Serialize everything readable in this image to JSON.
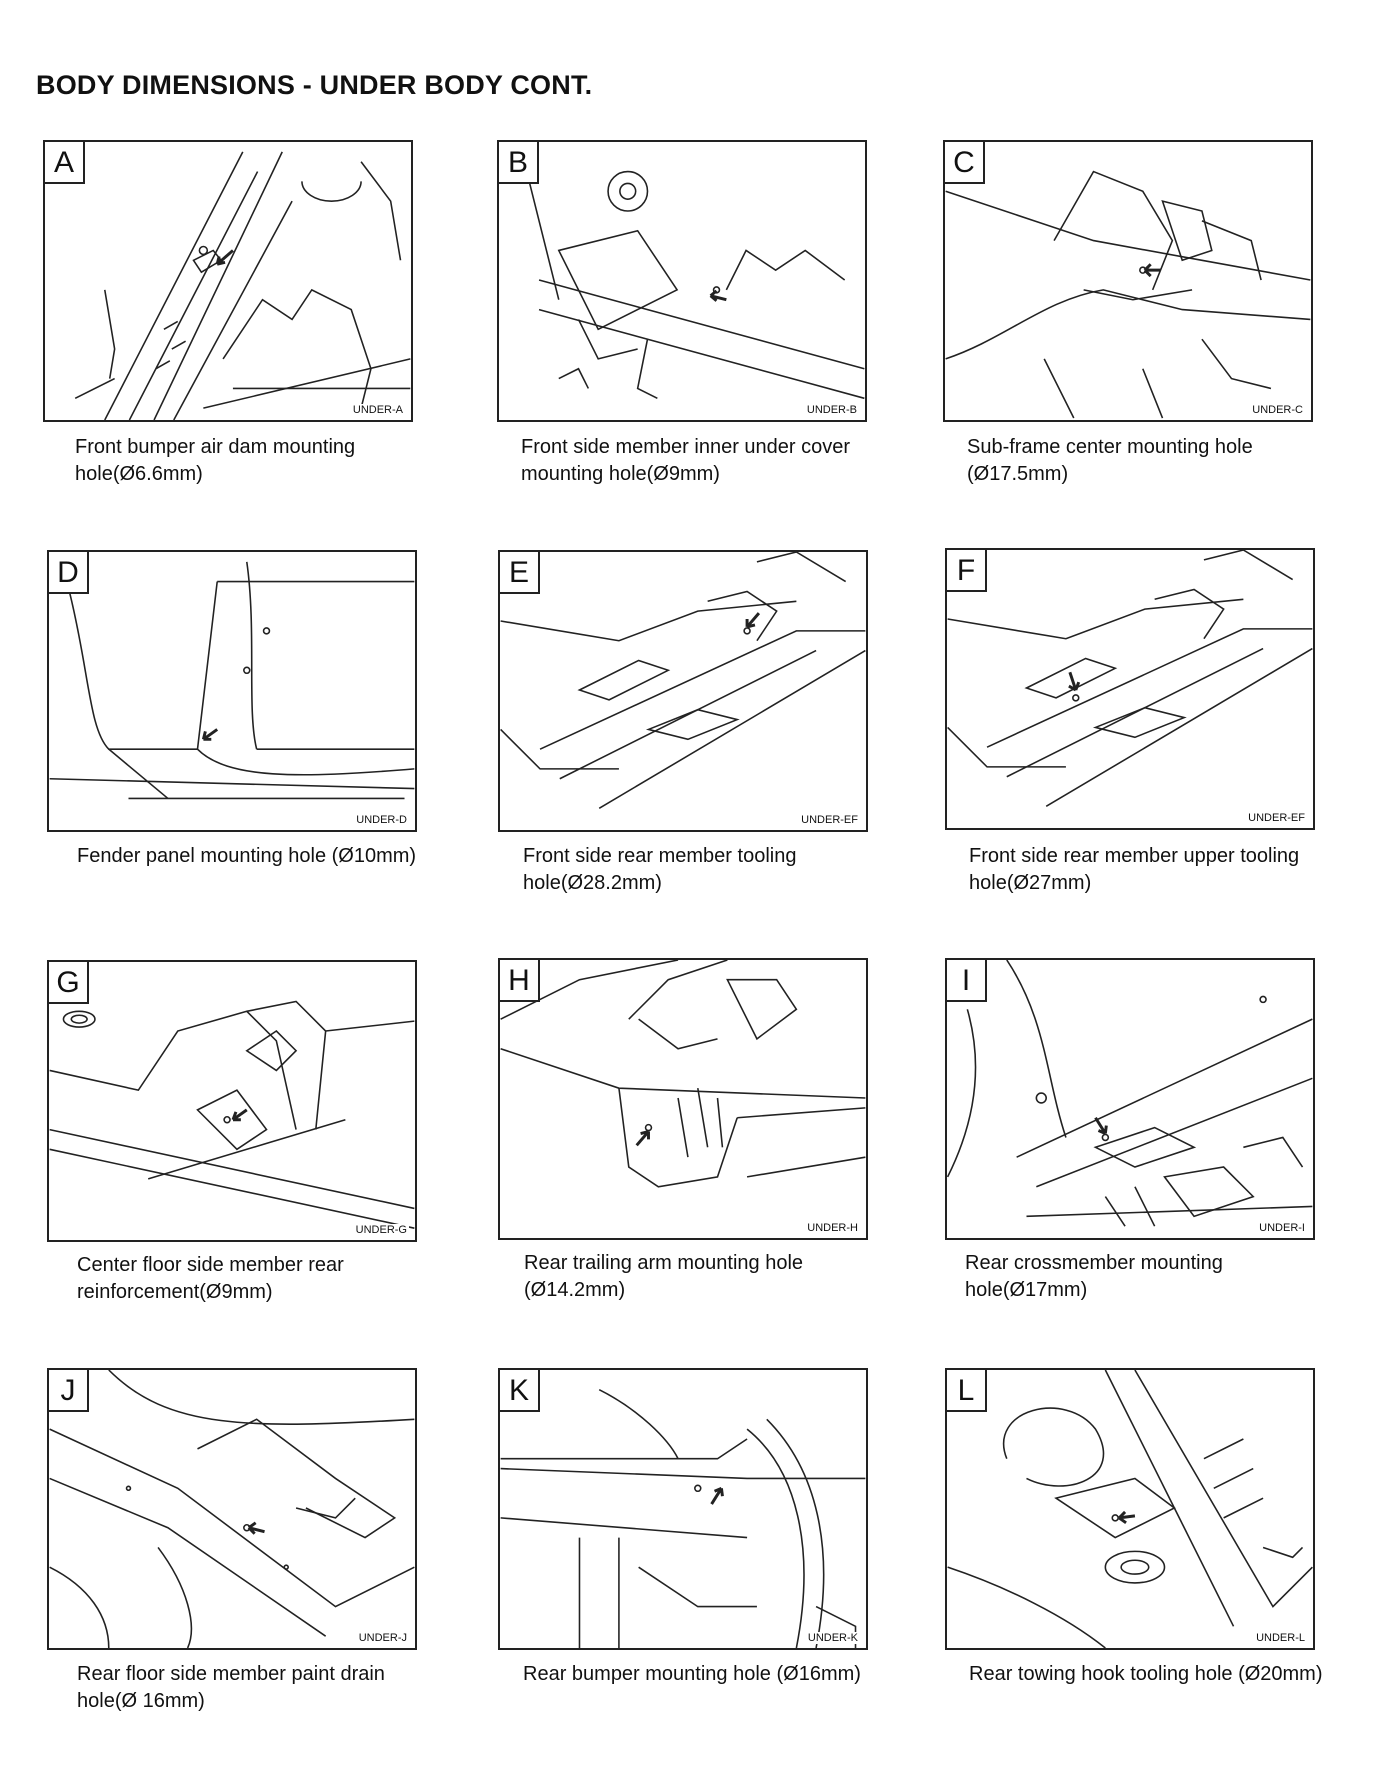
{
  "page": {
    "title": "BODY DIMENSIONS - UNDER BODY CONT."
  },
  "panels": [
    {
      "letter": "A",
      "code": "UNDER-A",
      "caption": "Front bumper air dam mounting hole(Ø6.6mm)"
    },
    {
      "letter": "B",
      "code": "UNDER-B",
      "caption": "Front side member inner under cover mounting hole(Ø9mm)"
    },
    {
      "letter": "C",
      "code": "UNDER-C",
      "caption": "Sub-frame center mounting hole (Ø17.5mm)"
    },
    {
      "letter": "D",
      "code": "UNDER-D",
      "caption": "Fender panel mounting hole (Ø10mm)"
    },
    {
      "letter": "E",
      "code": "UNDER-EF",
      "caption": "Front side rear member tooling hole(Ø28.2mm)"
    },
    {
      "letter": "F",
      "code": "UNDER-EF",
      "caption": "Front side rear member upper tooling hole(Ø27mm)"
    },
    {
      "letter": "G",
      "code": "UNDER-G",
      "caption": "Center floor side member rear reinforcement(Ø9mm)"
    },
    {
      "letter": "H",
      "code": "UNDER-H",
      "caption": "Rear trailing arm mounting hole (Ø14.2mm)"
    },
    {
      "letter": "I",
      "code": "UNDER-I",
      "caption": "Rear crossmember mounting hole(Ø17mm)"
    },
    {
      "letter": "J",
      "code": "UNDER-J",
      "caption": "Rear floor side member paint drain hole(Ø 16mm)"
    },
    {
      "letter": "K",
      "code": "UNDER-K",
      "caption": "Rear bumper mounting hole (Ø16mm)"
    },
    {
      "letter": "L",
      "code": "UNDER-L",
      "caption": "Rear towing hook tooling hole (Ø20mm)"
    }
  ]
}
